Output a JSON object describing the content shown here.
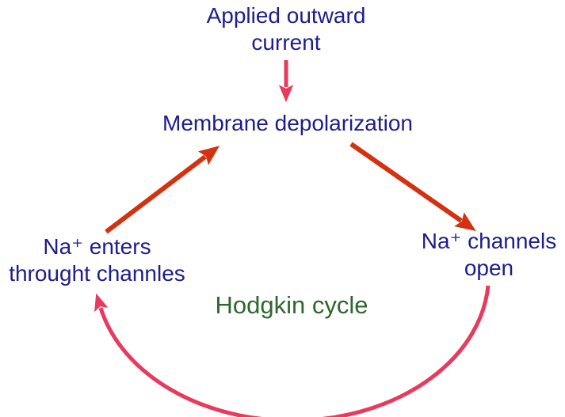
{
  "diagram": {
    "title": "Hodgkin cycle",
    "nodes": {
      "applied_current": {
        "line1": "Applied outward",
        "line2": "current"
      },
      "membrane_depolarization": {
        "line1": "Membrane depolarization"
      },
      "na_enters": {
        "line1": "Na⁺ enters",
        "line2": "throught channles"
      },
      "na_channels_open": {
        "line1": "Na⁺ channels",
        "line2": "open"
      }
    },
    "colors": {
      "label_text": "#1d1d8e",
      "title_text": "#2e672e",
      "pink_arrow": "#e83a5c",
      "red_arrow": "#d43110"
    }
  }
}
